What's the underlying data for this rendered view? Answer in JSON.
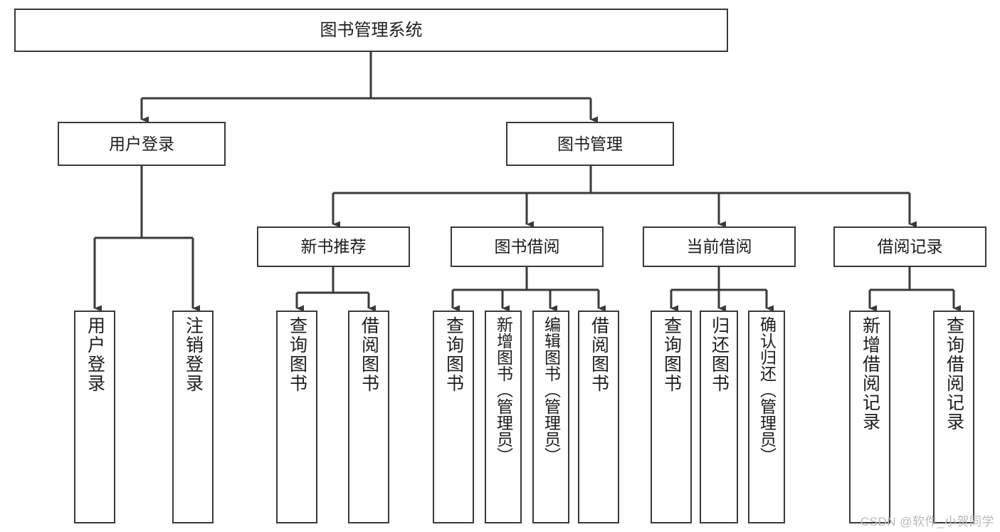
{
  "diagram": {
    "title": "图书管理系统",
    "type": "tree",
    "orientation": "top-down",
    "colors": {
      "node_border": "#3a3a3a",
      "node_fill": "#ffffff",
      "edge": "#3a3a3a",
      "text": "#1d1d1d",
      "watermark": "#b9b9b9",
      "background": "#ffffff"
    },
    "root": {
      "id": "root",
      "label": "图书管理系统"
    },
    "level1": [
      {
        "id": "login",
        "label": "用户登录"
      },
      {
        "id": "bookmgmt",
        "label": "图书管理"
      }
    ],
    "level2": [
      {
        "id": "newbook",
        "label": "新书推荐",
        "parent": "bookmgmt"
      },
      {
        "id": "borrow",
        "label": "图书借阅",
        "parent": "bookmgmt"
      },
      {
        "id": "current",
        "label": "当前借阅",
        "parent": "bookmgmt"
      },
      {
        "id": "record",
        "label": "借阅记录",
        "parent": "bookmgmt"
      }
    ],
    "leaves": [
      {
        "id": "leaf-login-1",
        "label": "用户登录",
        "parent": "login"
      },
      {
        "id": "leaf-login-2",
        "label": "注销登录",
        "parent": "login"
      },
      {
        "id": "leaf-newbook-1",
        "label": "查询图书",
        "parent": "newbook"
      },
      {
        "id": "leaf-newbook-2",
        "label": "借阅图书",
        "parent": "newbook"
      },
      {
        "id": "leaf-borrow-1",
        "label": "查询图书",
        "parent": "borrow"
      },
      {
        "id": "leaf-borrow-2",
        "label": "新增图书（管理员）",
        "parent": "borrow"
      },
      {
        "id": "leaf-borrow-3",
        "label": "编辑图书（管理员）",
        "parent": "borrow"
      },
      {
        "id": "leaf-borrow-4",
        "label": "借阅图书",
        "parent": "borrow"
      },
      {
        "id": "leaf-current-1",
        "label": "查询图书",
        "parent": "current"
      },
      {
        "id": "leaf-current-2",
        "label": "归还图书",
        "parent": "current"
      },
      {
        "id": "leaf-current-3",
        "label": "确认归还（管理员）",
        "parent": "current"
      },
      {
        "id": "leaf-record-1",
        "label": "新增借阅记录",
        "parent": "record"
      },
      {
        "id": "leaf-record-2",
        "label": "查询借阅记录",
        "parent": "record"
      }
    ],
    "watermark": "CSDN @软件_小贺同学"
  }
}
